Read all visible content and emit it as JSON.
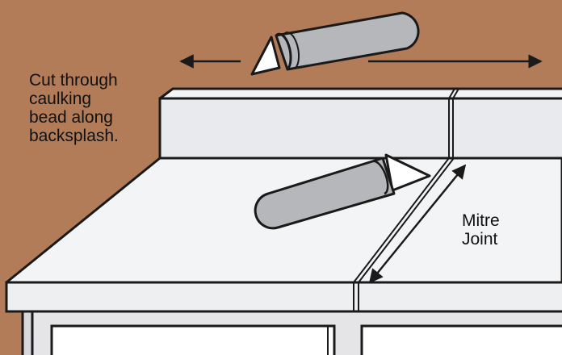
{
  "colors": {
    "wall": "#b27c58",
    "outline": "#1a1a1a",
    "countertop": "#f3f4f6",
    "backsplash": "#e9eaee",
    "edge": "#eeeff1",
    "cabinet": "#e5e5e8",
    "knife_handle": "#b6b7ba",
    "knife_blade": "#ffffff"
  },
  "labels": {
    "caulk_instruction": [
      "Cut through",
      "caulking",
      "bead along",
      "backsplash."
    ],
    "mitre_joint": [
      "Mitre",
      "Joint"
    ]
  },
  "icons": {
    "knife_top": "utility-knife-icon",
    "knife_bottom": "utility-knife-icon",
    "arrows": "direction-arrow-icon"
  }
}
